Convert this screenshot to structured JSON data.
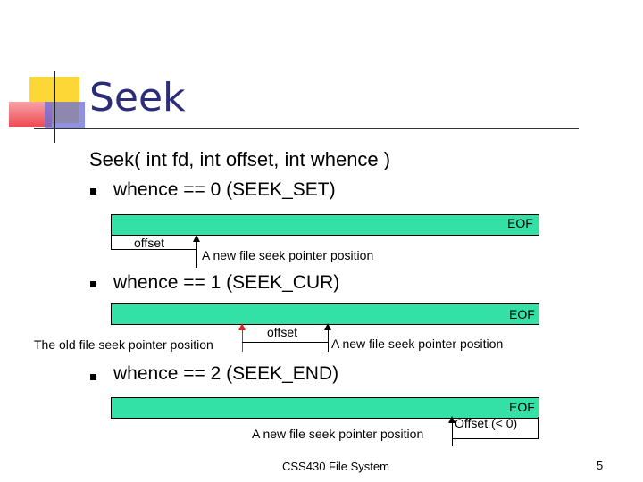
{
  "slide": {
    "title": "Seek",
    "signature": "Seek( int fd, int offset, int whence )",
    "cases": [
      {
        "heading": "whence == 0 (SEEK_SET)",
        "eof_label": "EOF",
        "labels": [
          "offset",
          "A new file seek pointer position"
        ]
      },
      {
        "heading": "whence == 1 (SEEK_CUR)",
        "eof_label": "EOF",
        "labels": [
          "The old file seek pointer position",
          "offset",
          "A new file seek pointer position"
        ]
      },
      {
        "heading": "whence == 2 (SEEK_END)",
        "eof_label": "EOF",
        "labels": [
          "Offset (< 0)",
          "A new file seek pointer position"
        ]
      }
    ],
    "footer": "CSS430 File System",
    "page_number": "5"
  },
  "colors": {
    "title": "#2b2d7a",
    "bar_fill": "#33e0a6",
    "old_pointer_arrow": "#e02424",
    "logo_yellow": "#fcd736",
    "logo_red": "#f04a52",
    "logo_blue": "#6a6ed8"
  }
}
